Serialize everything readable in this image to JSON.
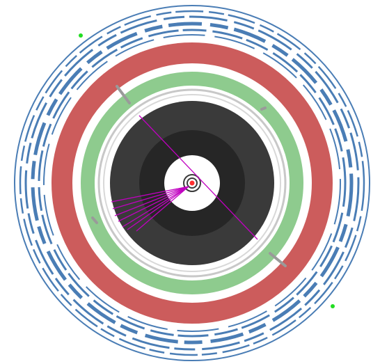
{
  "view": {
    "kind": "detector-event-display-end-view"
  },
  "colors": {
    "background": "#ffffff",
    "muon_system": "#4a7db5",
    "hadronic_calorimeter": "#cc5c5c",
    "electromagnetic_calorimeter": "#8ecb8e",
    "solenoid_ring": "#c8c8c8",
    "tracker_outer": "#3a3a3a",
    "tracker_middle": "#262626",
    "pixel_region": "#ffffff",
    "track": "#c000c0",
    "vertex": "#ff3030",
    "hit_marker": "#22dd22",
    "gray_segment": "#9a9a9a"
  },
  "event": {
    "track_count": 8,
    "green_hit_count": 2
  }
}
